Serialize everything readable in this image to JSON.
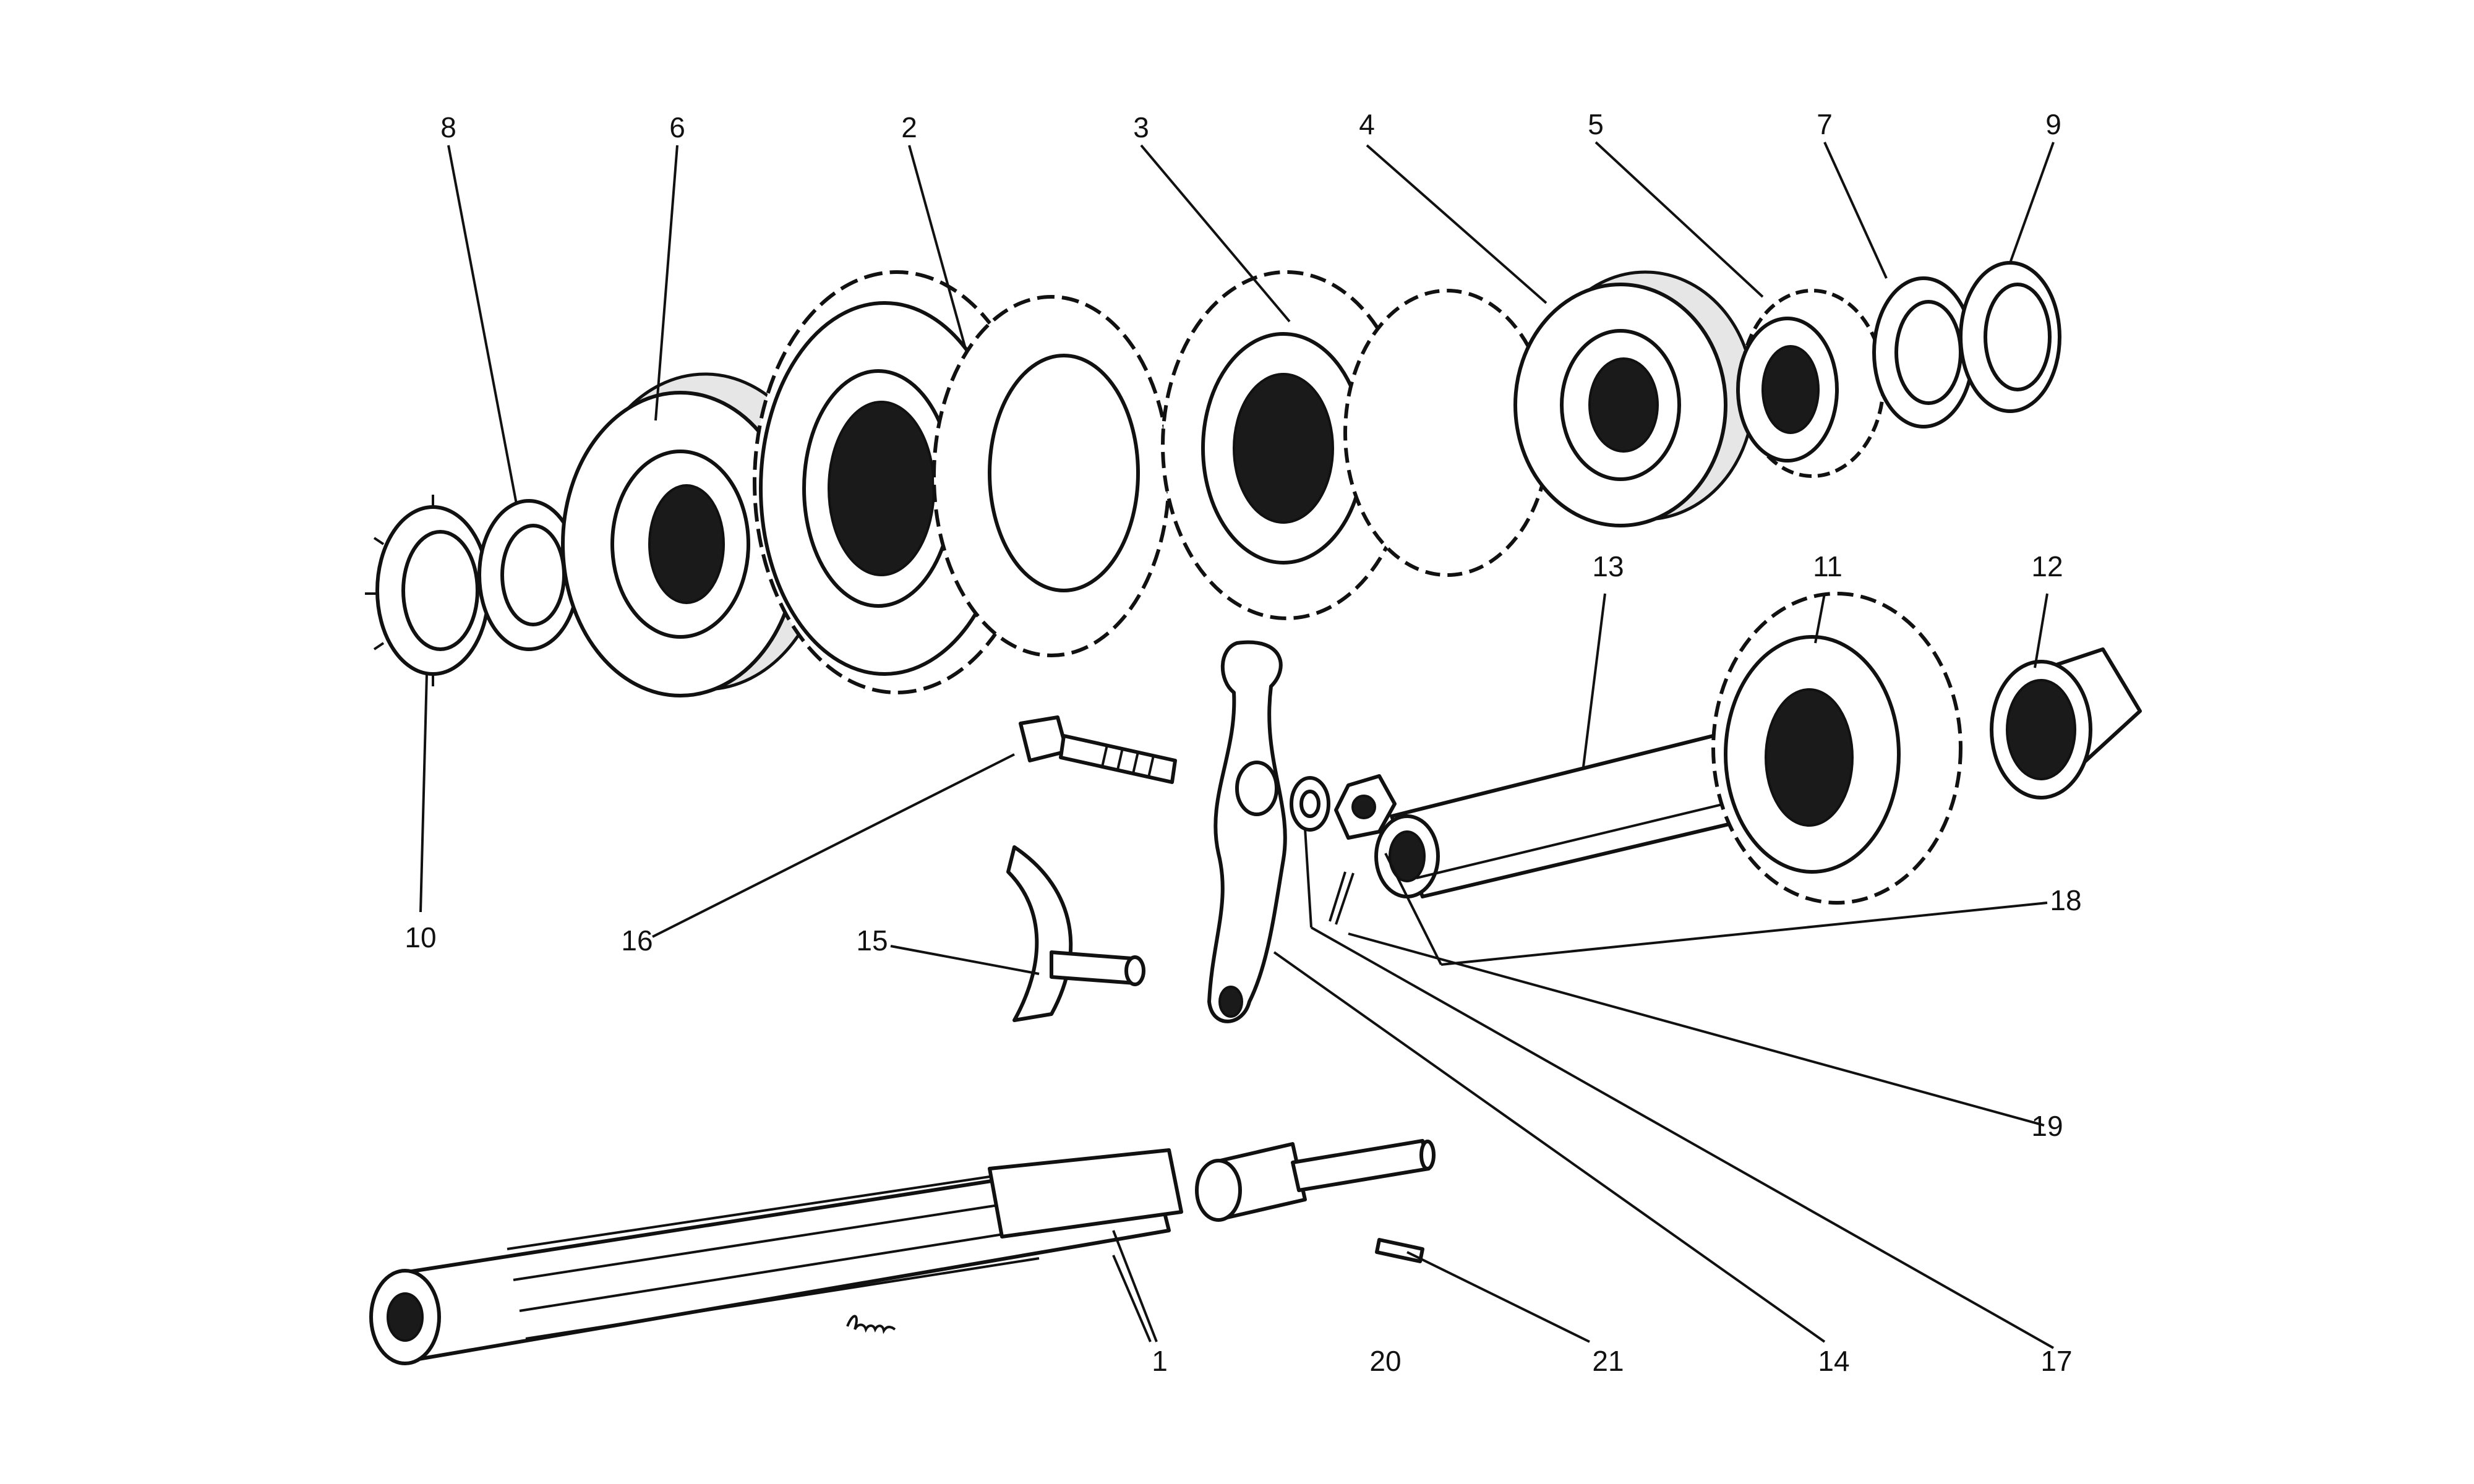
{
  "diagram": {
    "part_numbers": [
      "1",
      "2",
      "3",
      "4",
      "5",
      "6",
      "7",
      "8",
      "9",
      "10",
      "11",
      "12",
      "13",
      "14",
      "15",
      "16",
      "17",
      "18",
      "19",
      "20",
      "21"
    ]
  }
}
